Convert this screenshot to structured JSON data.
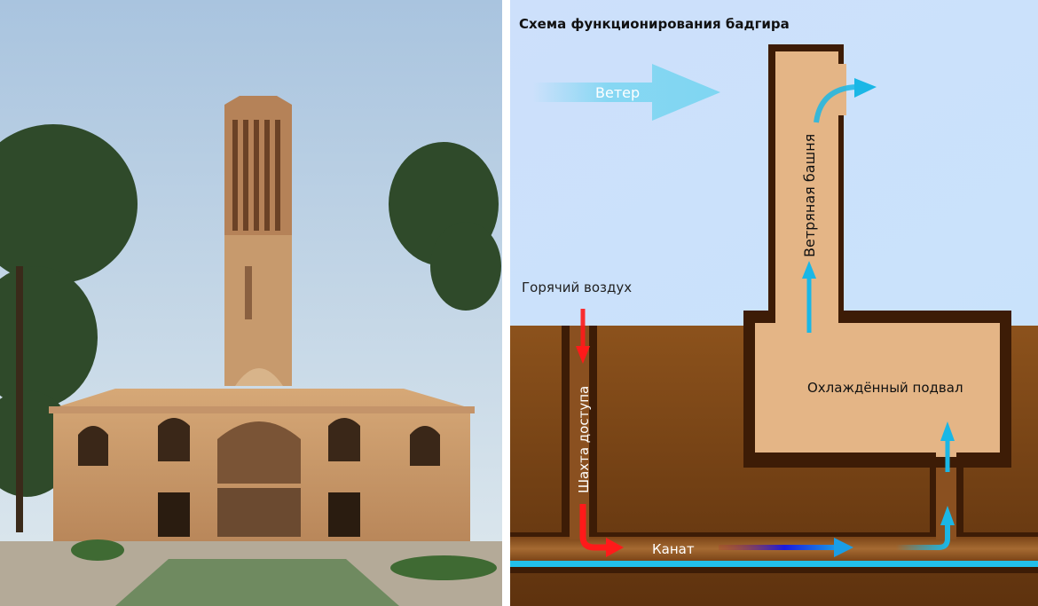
{
  "diagram": {
    "title": "Схема функционирования бадгира",
    "labels": {
      "wind": "Ветер",
      "wind_tower": "Ветряная башня",
      "hot_air": "Горячий воздух",
      "cooled_basement": "Охлаждённый подвал",
      "access_shaft": "Шахта доступа",
      "qanat": "Канат"
    },
    "colors": {
      "sky": "#cfe2fb",
      "earth": "#7a4416",
      "wall": "#3d1c06",
      "interior": "#e4b586",
      "cool_air": "#1ab7e6",
      "hot_air": "#ff1a1a",
      "water": "#22c0ea"
    }
  }
}
